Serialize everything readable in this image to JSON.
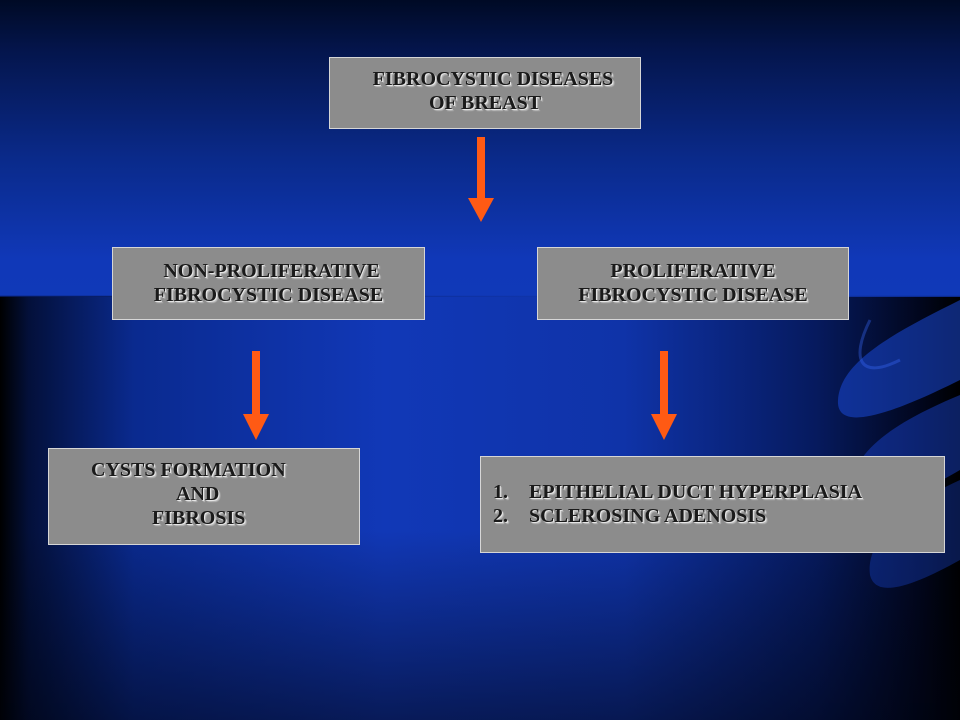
{
  "colors": {
    "arrow": "#ff5a14",
    "box_fill": "#8c8c8c",
    "text": "#1a1a1a",
    "background": "#1036b0"
  },
  "root": {
    "lines": [
      "FIBROCYSTIC DISEASES",
      "OF BREAST"
    ]
  },
  "non_proliferative": {
    "lines": [
      "NON-PROLIFERATIVE",
      "FIBROCYSTIC DISEASE"
    ]
  },
  "proliferative": {
    "lines": [
      "PROLIFERATIVE",
      "FIBROCYSTIC DISEASE"
    ]
  },
  "non_proliferative_result": {
    "lines": [
      "CYSTS FORMATION",
      "AND",
      "FIBROSIS"
    ]
  },
  "proliferative_result": {
    "items": [
      {
        "number": "1.",
        "text": "EPITHELIAL DUCT HYPERPLASIA"
      },
      {
        "number": "2.",
        "text": "SCLEROSING ADENOSIS"
      }
    ]
  },
  "arrows": [
    {
      "from": "root",
      "to": "split"
    },
    {
      "from": "non_proliferative",
      "to": "non_proliferative_result"
    },
    {
      "from": "proliferative",
      "to": "proliferative_result"
    }
  ]
}
